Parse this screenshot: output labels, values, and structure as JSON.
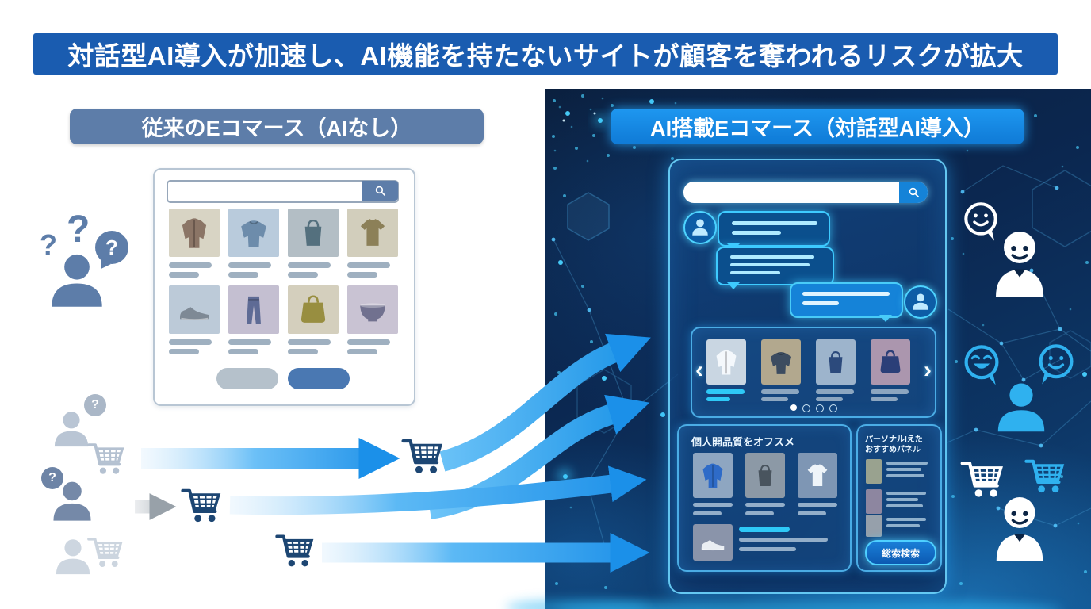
{
  "title": "対話型AI導入が加速し、AI機能を持たないサイトが顧客を奪われるリスクが拡大",
  "left_section": {
    "header": "従来のEコマース（AIなし）",
    "question_mark": "?"
  },
  "right_section": {
    "header": "AI搭載Eコマース（対話型AI導入）",
    "device": {
      "carousel_prev": "‹",
      "carousel_next": "›",
      "recommend_title": "個人開品質をオフスメ",
      "personal_panel_title_1": "パーソナルIえた",
      "personal_panel_title_2": "おすすめパネル",
      "search_button_label": "総索検索"
    }
  },
  "icons": {
    "search": "magnifier-icon",
    "cart": "shopping-cart-icon",
    "confused_user": "person-question-icon",
    "happy_user": "happy-person-icon",
    "smile_bubble": "smiley-speech-bubble-icon",
    "laugh_bubble": "laughing-speech-bubble-icon",
    "left_grid_products": [
      "jacket-icon",
      "sweater-icon",
      "tote-bag-icon",
      "tshirt-icon",
      "shoe-icon",
      "pants-icon",
      "handbag-icon",
      "bowl-icon"
    ],
    "carousel_products": [
      "jacket-icon",
      "sweater-icon",
      "tote-bag-icon",
      "handbag-icon"
    ],
    "recommend_products": [
      "jacket-icon",
      "tote-bag-icon",
      "tshirt-icon",
      "shoe-icon"
    ]
  },
  "colors": {
    "title_bar": "#1a5cb0",
    "left_header": "#5d7da9",
    "right_header": "#1488ea",
    "arrow_blue": "#1b90e9",
    "navy_cart": "#1d4673",
    "cyan_glow": "#3ecbff",
    "dark_background": "#0b2750"
  }
}
